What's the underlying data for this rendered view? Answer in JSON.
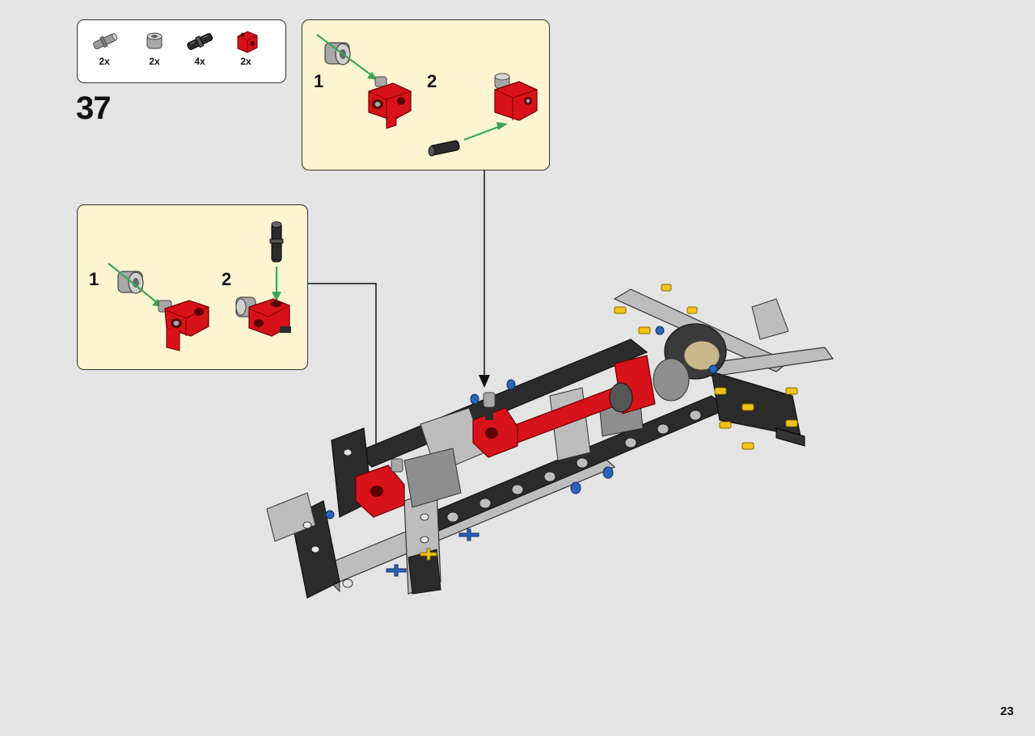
{
  "step": {
    "number": "37"
  },
  "parts_list": [
    {
      "name": "grey-connector-pin",
      "qty": "2x"
    },
    {
      "name": "grey-bushing",
      "qty": "2x"
    },
    {
      "name": "black-friction-pin",
      "qty": "4x"
    },
    {
      "name": "red-connector-block",
      "qty": "2x"
    }
  ],
  "callout_top": {
    "sub1": "1",
    "sub2": "2"
  },
  "callout_left": {
    "sub1": "1",
    "sub2": "2"
  },
  "page": {
    "number": "23"
  },
  "colors": {
    "background": "#e4e4e4",
    "callout_bg": "#fdf5d2",
    "brick_red": "#d8121a",
    "arrow_green": "#3aa655",
    "frame_black": "#2b2b2b",
    "frame_grey": "#bdbdbd",
    "axle_blue": "#2a64b8",
    "pin_yellow": "#f2c21b"
  }
}
